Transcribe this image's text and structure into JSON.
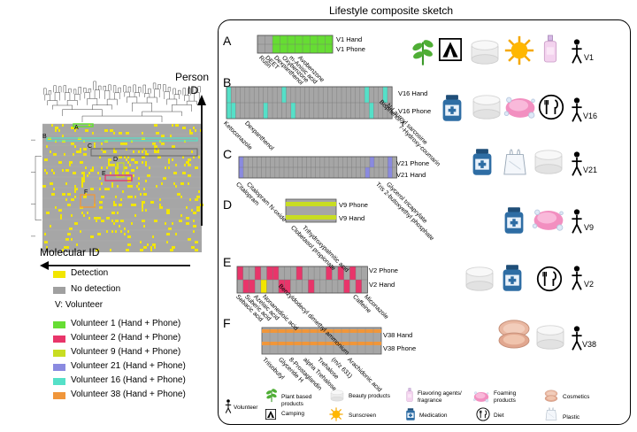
{
  "title": "Lifestyle composite sketch",
  "heatmap": {
    "y_label_1": "Person",
    "y_label_2": "ID",
    "x_label": "Molecular ID",
    "box_labels": [
      "A",
      "B",
      "C",
      "D",
      "E",
      "F"
    ]
  },
  "legend": {
    "detection": "Detection",
    "no_detection": "No detection",
    "volunteer_note": "V: Volunteer",
    "volunteers": [
      {
        "label": "Volunteer 1 (Hand + Phone)",
        "color": "#66dd33"
      },
      {
        "label": "Volunteer 2 (Hand + Phone)",
        "color": "#e8356a"
      },
      {
        "label": "Volunteer 9 (Hand + Phone)",
        "color": "#c8dd22"
      },
      {
        "label": "Volunteer 21 (Hand + Phone)",
        "color": "#8a8ae0"
      },
      {
        "label": "Volunteer 16 (Hand + Phone)",
        "color": "#55e0c8"
      },
      {
        "label": "Volunteer 38 (Hand + Phone)",
        "color": "#f0963a"
      }
    ],
    "colors": {
      "detection": "#f2e600",
      "no_detection": "#a0a0a0"
    }
  },
  "panels": [
    {
      "letter": "A",
      "rows": [
        "V1 Hand",
        "V1 Phone"
      ],
      "compounds": [
        "Rutin",
        "DEET",
        "Dexpanthenol",
        "Oxybenzone",
        "m-Anisic acid",
        "Avobenzone"
      ],
      "volunteer": "V1"
    },
    {
      "letter": "B",
      "rows": [
        "V16 Hand",
        "V16 Phone"
      ],
      "compounds": [
        "Ketoconazole",
        "Dexpanthenol",
        "N-Lauroyl sarcosine",
        "Bisphenol-A",
        "7-Hydroxy-coumarin"
      ],
      "volunteer": "V16"
    },
    {
      "letter": "C",
      "rows": [
        "V21 Phone",
        "V21 Hand"
      ],
      "compounds": [
        "Citalopram",
        "Citalopram N-oxide",
        "Tris 2-butoxyethyl phosphate",
        "Glycerol tricaprylate"
      ],
      "volunteer": "V21"
    },
    {
      "letter": "D",
      "rows": [
        "V9 Phone",
        "V9 Hand"
      ],
      "compounds": [
        "Clobetasol propionate",
        "Trihydroxypalmitic acid"
      ],
      "volunteer": "V9"
    },
    {
      "letter": "E",
      "rows": [
        "V2 Phone",
        "V2 Hand"
      ],
      "compounds": [
        "Sebacic acid",
        "Suberic acid",
        "Azelaic acid",
        "Nonanedioic acid",
        "Benzyldodecyl dimethyl ammonium",
        "Caffeine",
        "Miconazole"
      ],
      "volunteer": "V2"
    },
    {
      "letter": "F",
      "rows": [
        "V38 Hand",
        "V38 Phone"
      ],
      "compounds": [
        "Triisobutyl",
        "Glyceride H",
        "8-Prostaglandin",
        "alpha Trehalose",
        "Trehalose",
        "(m/z 631)",
        "Arachidonic acid"
      ],
      "volunteer": "V38"
    }
  ],
  "icon_legend": [
    {
      "icon": "volunteer-icon",
      "label": "Volunteer"
    },
    {
      "icon": "plant-icon",
      "label": "Plant based products"
    },
    {
      "icon": "jar-icon",
      "label": "Beauty products"
    },
    {
      "icon": "perfume-icon",
      "label": "Flavoring agents/ fragrance"
    },
    {
      "icon": "soap-icon",
      "label": "Foaming products"
    },
    {
      "icon": "compact-icon",
      "label": "Cosmetics"
    },
    {
      "icon": "tent-icon",
      "label": "Camping"
    },
    {
      "icon": "sun-icon",
      "label": "Sunscreen"
    },
    {
      "icon": "medication-icon",
      "label": "Medication"
    },
    {
      "icon": "diet-icon",
      "label": "Diet"
    },
    {
      "icon": "plastic-bag-icon",
      "label": "Plastic"
    }
  ]
}
